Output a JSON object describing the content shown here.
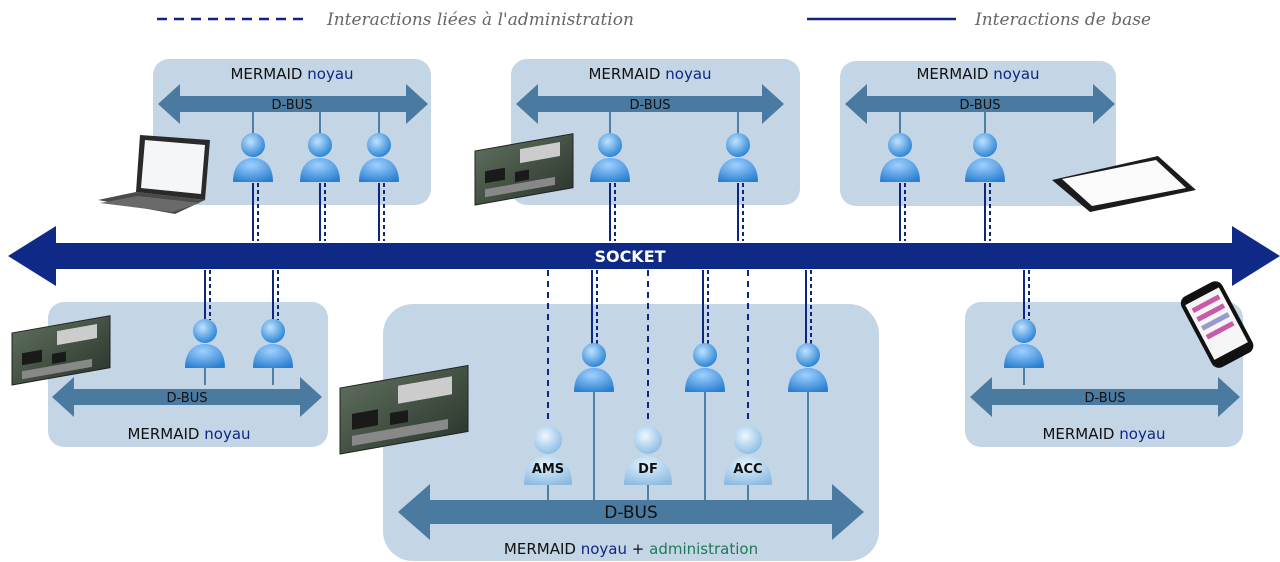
{
  "legend": {
    "admin_label": "Interactions liées à l'administration",
    "base_label": "Interactions de base"
  },
  "socket": {
    "label": "SOCKET"
  },
  "colors": {
    "box": "#c4d5e6",
    "dbus": "#4a7aa0",
    "socket": "#0f2a86",
    "line": "#0d2780",
    "noyau": "#0d2780",
    "admin": "#1f7a5a",
    "person_fill": "#4c9fe2",
    "admin_person_fill": "#a9cde8"
  },
  "boxes": {
    "top_left": {
      "title": "MERMAID",
      "noyau": "noyau",
      "bus": "D-BUS",
      "device": "laptop-icon"
    },
    "top_center": {
      "title": "MERMAID",
      "noyau": "noyau",
      "bus": "D-BUS",
      "device": "circuit-board-icon"
    },
    "top_right": {
      "title": "MERMAID",
      "noyau": "noyau",
      "bus": "D-BUS",
      "device": "tablet-icon"
    },
    "bottom_left": {
      "title": "MERMAID",
      "noyau": "noyau",
      "bus": "D-BUS",
      "device": "circuit-board-icon"
    },
    "bottom_center": {
      "title": "MERMAID",
      "noyau": "noyau",
      "plus": "+",
      "admin": "administration",
      "bus": "D-BUS",
      "device": "circuit-board-icon"
    },
    "bottom_right": {
      "title": "MERMAID",
      "noyau": "noyau",
      "bus": "D-BUS",
      "device": "smartphone-icon"
    }
  },
  "admin_services": [
    "AMS",
    "DF",
    "ACC"
  ]
}
